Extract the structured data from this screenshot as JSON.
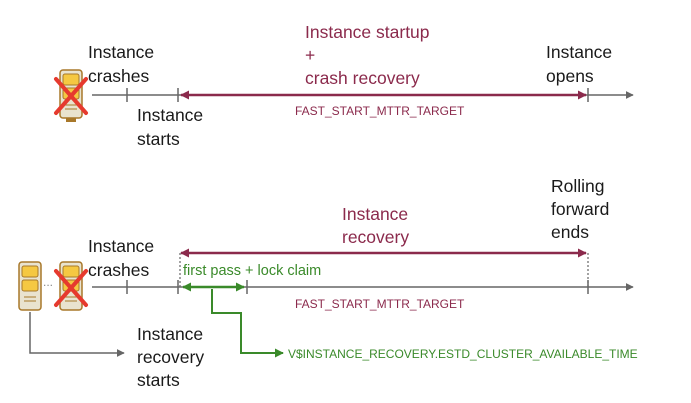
{
  "colors": {
    "axis": "#666666",
    "maroon": "#8b2a4c",
    "green": "#3a8a2a",
    "crash_x": "#e63a2e",
    "node_fill": "#f5c842",
    "node_body": "#e9e3cf",
    "node_border": "#a8782a"
  },
  "top": {
    "crashes_label": [
      "Instance",
      "crashes"
    ],
    "starts_label": [
      "Instance",
      "starts"
    ],
    "opens_label": [
      "Instance",
      "opens"
    ],
    "phase_label": [
      "Instance startup",
      "+",
      "crash recovery"
    ],
    "param_label": "FAST_START_MTTR_TARGET"
  },
  "bottom": {
    "crashes_label": [
      "Instance",
      "crashes"
    ],
    "recovery_starts_label": [
      "Instance",
      "recovery",
      "starts"
    ],
    "rolling_label": [
      "Rolling",
      "forward",
      "ends"
    ],
    "phase_label": [
      "Instance",
      "recovery"
    ],
    "first_pass_label": "first pass + lock claim",
    "param_label": "FAST_START_MTTR_TARGET",
    "view_label": "V$INSTANCE_RECOVERY.ESTD_CLUSTER_AVAILABLE_TIME",
    "ellipsis": "..."
  }
}
